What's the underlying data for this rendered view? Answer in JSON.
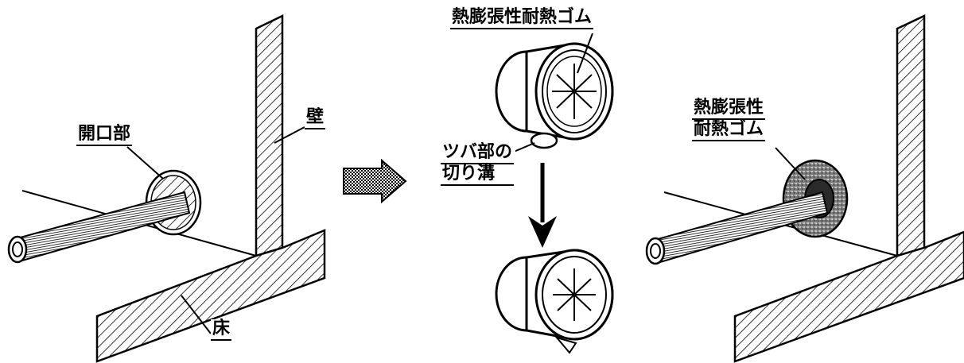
{
  "labels": {
    "opening": "開口部",
    "wall": "壁",
    "floor": "床",
    "rubber_top": "熱膨張性耐熱ゴム",
    "flange_groove_line1": "ツバ部の",
    "flange_groove_line2": "切り溝",
    "rubber_right_line1": "熱膨張性",
    "rubber_right_line2": "耐熱ゴム"
  }
}
